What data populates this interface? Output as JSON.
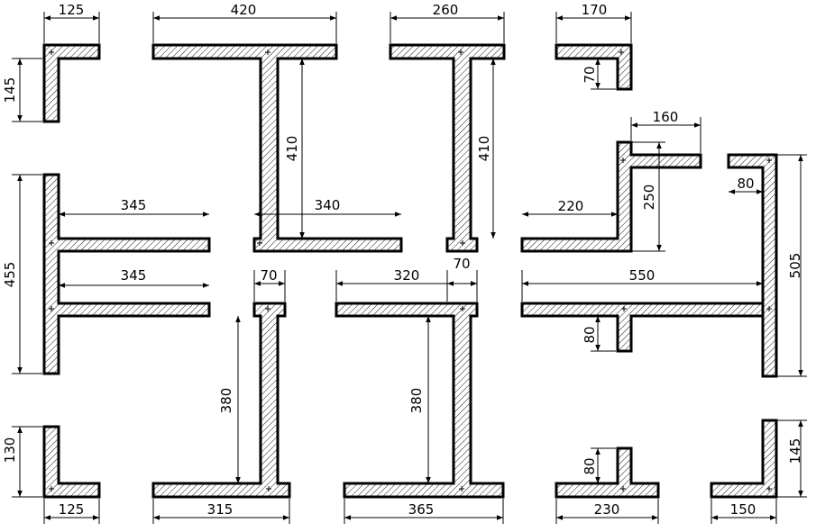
{
  "dimensions": {
    "d125_top": "125",
    "d420": "420",
    "d260": "260",
    "d170": "170",
    "d145_left": "145",
    "d70_small": "70",
    "d410_a": "410",
    "d410_b": "410",
    "d160": "160",
    "d345_upper": "345",
    "d340": "340",
    "d220": "220",
    "d250": "250",
    "d80_top": "80",
    "d505": "505",
    "d455": "455",
    "d345_lower": "345",
    "d70_a": "70",
    "d320": "320",
    "d70_b": "70",
    "d550": "550",
    "d380_a": "380",
    "d380_b": "380",
    "d80_mid": "80",
    "d130": "130",
    "d80_bot": "80",
    "d145_right": "145",
    "d125_bot": "125",
    "d315": "315",
    "d365": "365",
    "d230": "230",
    "d150": "150"
  }
}
